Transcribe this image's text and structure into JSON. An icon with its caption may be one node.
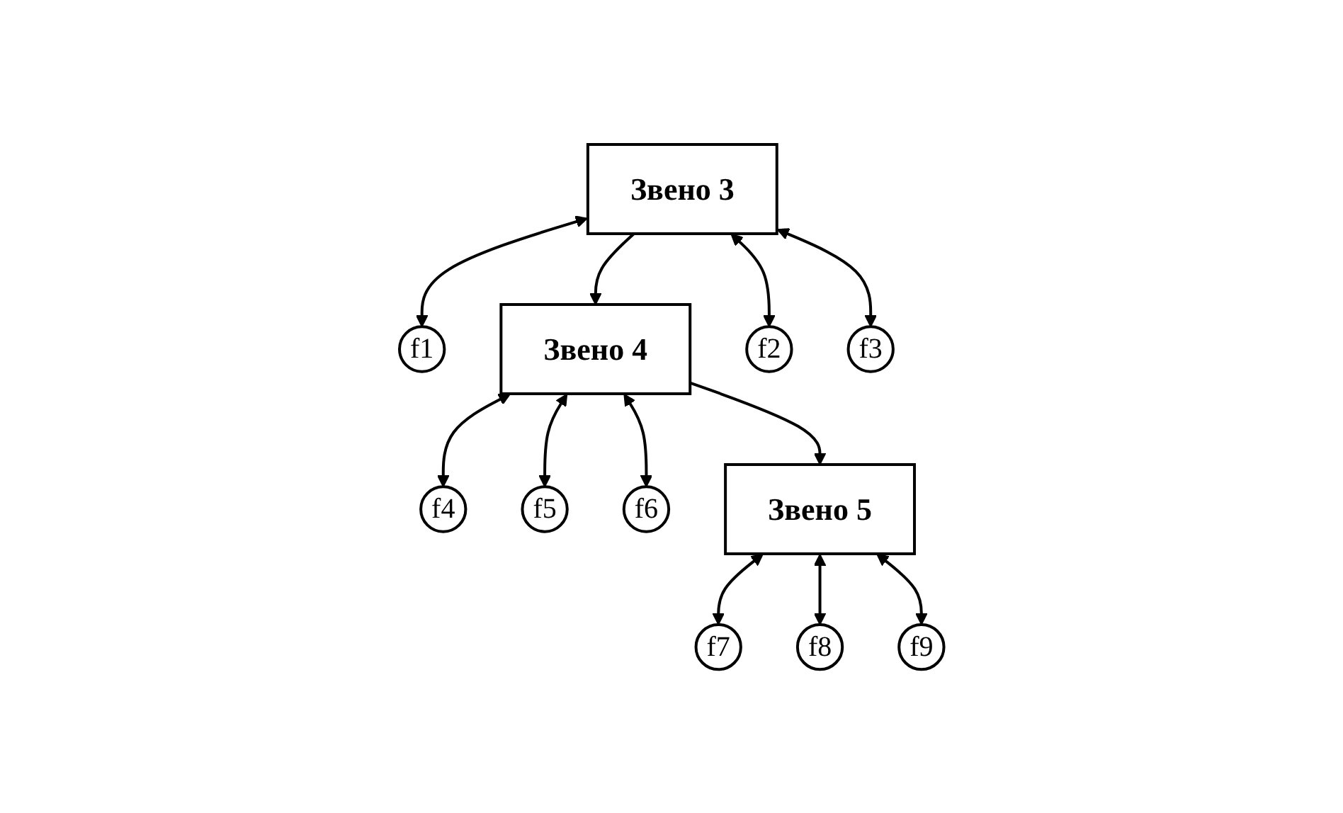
{
  "diagram": {
    "nodes": [
      {
        "text": [
          "f1"
        ]
      },
      {
        "text": [
          "f4"
        ]
      },
      {
        "text": [
          "Звено 3"
        ]
      },
      {
        "text": [
          "Звено 4"
        ]
      },
      {
        "text": [
          "f7"
        ]
      },
      {
        "text": [
          "f2"
        ]
      },
      {
        "text": [
          "f3"
        ]
      },
      {
        "text": [
          "f5"
        ]
      },
      {
        "text": [
          "f6"
        ]
      },
      {
        "text": [
          "Звено 5"
        ]
      },
      {
        "text": [
          "f8"
        ]
      },
      {
        "text": [
          "f9"
        ]
      }
    ],
    "edges": [
      {
        "from": 2,
        "to": 0,
        "arrow": "both"
      },
      {
        "from": 2,
        "to": 5,
        "arrow": "both"
      },
      {
        "from": 2,
        "to": 6,
        "arrow": "both"
      },
      {
        "from": 2,
        "to": 3,
        "arrow": "to"
      },
      {
        "from": 3,
        "to": 1,
        "arrow": "both"
      },
      {
        "from": 3,
        "to": 7,
        "arrow": "both"
      },
      {
        "from": 3,
        "to": 8,
        "arrow": "both"
      },
      {
        "from": 3,
        "to": 9,
        "arrow": "to"
      },
      {
        "from": 9,
        "to": 4,
        "arrow": "both"
      },
      {
        "from": 9,
        "to": 10,
        "arrow": "both"
      },
      {
        "from": 9,
        "to": 11,
        "arrow": "both"
      }
    ]
  }
}
